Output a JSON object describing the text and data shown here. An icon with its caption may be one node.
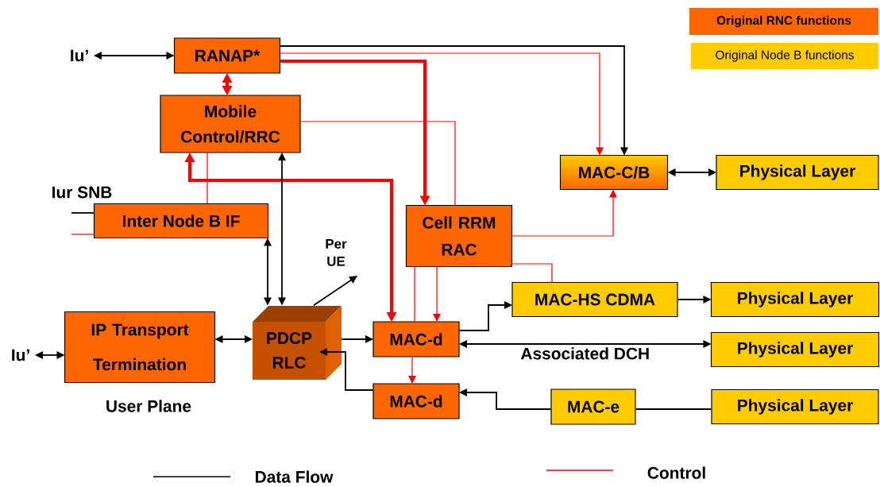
{
  "diagram": {
    "nodes": [
      {
        "text": [
          "Iu’"
        ]
      },
      {
        "text": [
          "RANAP*"
        ]
      },
      {
        "text": [
          "Mobile Control/RRC"
        ]
      },
      {
        "text": [
          "Inter Node B IF"
        ]
      },
      {
        "text": [
          "Cell RRM RAC"
        ]
      },
      {
        "text": [
          "MAC-C/B"
        ]
      },
      {
        "text": [
          "Physical Layer"
        ]
      },
      {
        "text": [
          "Per UE"
        ]
      },
      {
        "text": [
          "MAC-HS CDMA"
        ]
      },
      {
        "text": [
          "Physical Layer"
        ]
      },
      {
        "text": [
          "Iu’"
        ]
      },
      {
        "text": [
          "IP Transport Termination"
        ]
      },
      {
        "text": [
          "PDCP RLC"
        ]
      },
      {
        "text": [
          "MAC-d"
        ]
      },
      {
        "text": [
          "Physical Layer"
        ]
      },
      {
        "text": [
          "MAC-d"
        ]
      },
      {
        "text": [
          "MAC-e"
        ]
      },
      {
        "text": [
          "Physical Layer"
        ]
      }
    ],
    "edges": [
      {
        "from": 0,
        "to": 1,
        "arrow": "both"
      },
      {
        "from": 1,
        "to": 2,
        "arrow": "both",
        "color": "#ff0000",
        "style": "thick"
      },
      {
        "from": 1,
        "to": 5,
        "arrow": "to"
      },
      {
        "from": 1,
        "to": 5,
        "arrow": "to",
        "color": "#ff0000"
      },
      {
        "from": 1,
        "to": 4,
        "arrow": "to",
        "color": "#ff0000",
        "style": "thick"
      },
      {
        "from": 2,
        "to": 4,
        "arrow": "none",
        "color": "#ff0000"
      },
      {
        "from": 3,
        "to": 2,
        "arrow": "none",
        "color": "#ff0000"
      },
      {
        "from": 2,
        "to": 13,
        "arrow": "both",
        "color": "#ff0000",
        "style": "thick"
      },
      {
        "from": 12,
        "to": 2,
        "arrow": "both"
      },
      {
        "from": 3,
        "to": 12,
        "arrow": "both"
      },
      {
        "from": null,
        "to": 3,
        "arrow": "none"
      },
      {
        "from": null,
        "to": 3,
        "arrow": "none",
        "color": "#ff0000"
      },
      {
        "from": 4,
        "to": 5,
        "arrow": "to",
        "color": "#ff0000"
      },
      {
        "from": 4,
        "to": 13,
        "arrow": "to",
        "color": "#ff0000"
      },
      {
        "from": 4,
        "to": 13,
        "arrow": "none",
        "color": "#ff0000"
      },
      {
        "from": 13,
        "to": 15,
        "arrow": "to",
        "color": "#ff0000"
      },
      {
        "from": 4,
        "to": 8,
        "arrow": "none",
        "color": "#ff0000"
      },
      {
        "from": 13,
        "to": 8,
        "arrow": "to"
      },
      {
        "from": 8,
        "to": 9,
        "arrow": "to"
      },
      {
        "from": 13,
        "to": 14,
        "arrow": "both",
        "label": "Associated DCH"
      },
      {
        "from": 11,
        "to": 12,
        "arrow": "both"
      },
      {
        "from": 10,
        "to": 11,
        "arrow": "both"
      },
      {
        "from": 12,
        "to": 13,
        "arrow": "to"
      },
      {
        "from": 15,
        "to": 12,
        "arrow": "to"
      },
      {
        "from": 16,
        "to": 15,
        "arrow": "to"
      },
      {
        "from": 17,
        "to": 16,
        "arrow": "none"
      },
      {
        "from": 5,
        "to": 6,
        "arrow": "both"
      },
      {
        "from": 12,
        "to": 7,
        "arrow": "to"
      }
    ],
    "labels": [
      "Iur SNB",
      "User Plane"
    ],
    "legend": [
      {
        "text": "Original RNC functions",
        "color": "#ff6600"
      },
      {
        "text": "Original Node B functions",
        "color": "#ffcc00"
      },
      {
        "text": "Data Flow"
      },
      {
        "text": "Control"
      }
    ]
  }
}
